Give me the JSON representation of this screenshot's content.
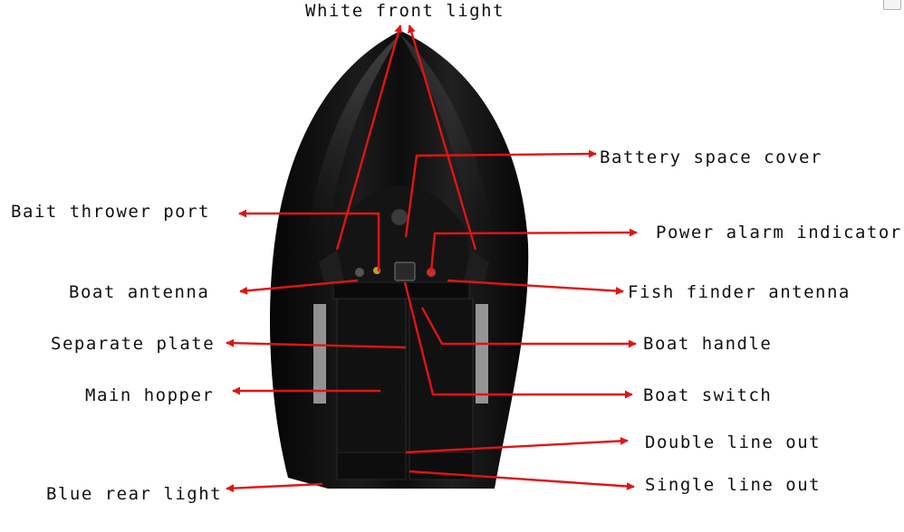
{
  "labels": {
    "white_front_light": "White front light",
    "battery_space_cover": "Battery space cover",
    "bait_thrower_port": "Bait thrower port",
    "power_alarm_indicator": "Power alarm indicator",
    "boat_antenna": "Boat antenna",
    "fish_finder_antenna": "Fish finder antenna",
    "separate_plate": "Separate plate",
    "boat_handle": "Boat handle",
    "main_hopper": "Main hopper",
    "boat_switch": "Boat switch",
    "double_line_out": "Double line out",
    "blue_rear_light": "Blue rear light",
    "single_line_out": "Single line out"
  },
  "colors": {
    "arrow": "#e01414",
    "hull": "#0a0a0a",
    "text": "#111111",
    "background": "#ffffff"
  }
}
